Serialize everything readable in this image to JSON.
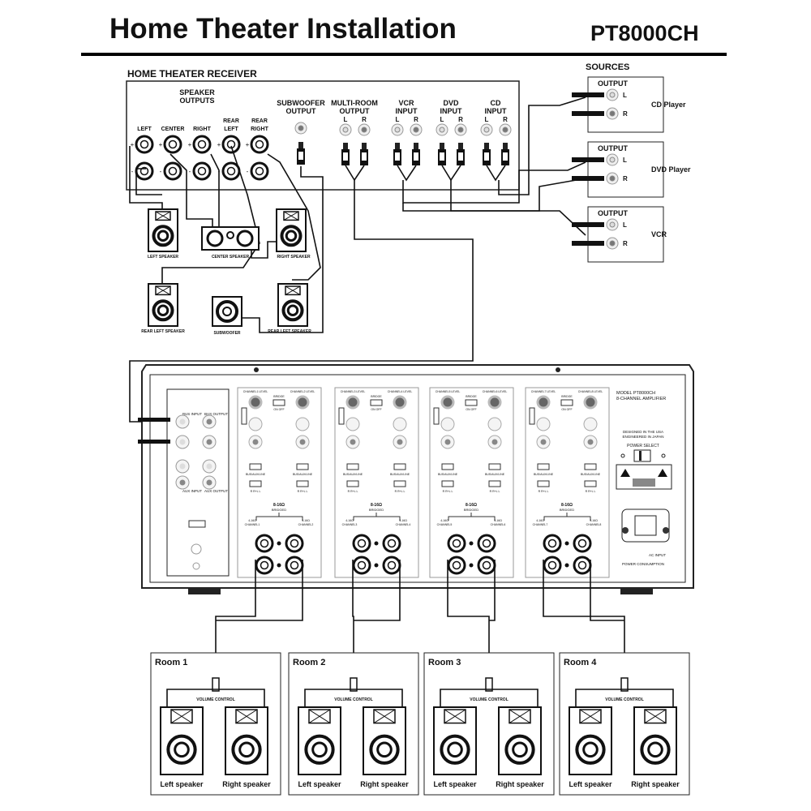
{
  "header": {
    "title": "Home Theater Installation",
    "model": "PT8000CH"
  },
  "receiver": {
    "label": "HOME THEATER RECEIVER",
    "speaker_outputs": [
      "SPEAKER",
      "OUTPUTS"
    ],
    "channels": [
      [
        "",
        "LEFT"
      ],
      [
        "",
        "CENTER"
      ],
      [
        "",
        "RIGHT"
      ],
      [
        "REAR",
        "LEFT"
      ],
      [
        "REAR",
        "RIGHT"
      ]
    ],
    "subwoofer": [
      "SUBWOOFER",
      "OUTPUT"
    ],
    "groups": [
      {
        "lines": [
          "MULTI-ROOM",
          "OUTPUT"
        ]
      },
      {
        "lines": [
          "VCR",
          "INPUT"
        ]
      },
      {
        "lines": [
          "DVD",
          "INPUT"
        ]
      },
      {
        "lines": [
          "CD",
          "INPUT"
        ]
      }
    ],
    "l": "L",
    "r": "R",
    "plus": "+",
    "minus": "-"
  },
  "sources": {
    "label": "SOURCES",
    "devices": [
      {
        "output": "OUTPUT",
        "name": "CD Player"
      },
      {
        "output": "OUTPUT",
        "name": "DVD Player"
      },
      {
        "output": "OUTPUT",
        "name": "VCR"
      }
    ],
    "l": "L",
    "r": "R"
  },
  "speakers": {
    "left": "LEFT SPEAKER",
    "center": "CENTER SPEAKER",
    "right": "RIGHT SPEAKER",
    "rear_left": "REAR LEFT SPEAKER",
    "subwoofer": "SUBWOOFER",
    "rear_right": "REAR LEFT SPEAKER"
  },
  "amplifier": {
    "model": "MODEL PT8000CH",
    "type": "8-CHANNEL AMPLIFIER",
    "designed": "DESIGNED IN THE USA",
    "engineered": "ENGINEERED IN JAPAN",
    "power_select": "POWER SELECT",
    "ac_input": "AC INPUT",
    "power_consumption": "POWER CONSUMPTION",
    "bus_input": "BUS INPUT",
    "bus_output": "BUS OUTPUT",
    "aux_input": "AUX INPUT",
    "aux_output": "AUX OUTPUT",
    "channel_panels": [
      {
        "ch_a": "CHANNEL1",
        "ch_b": "CHANNEL2",
        "level_a": "CHANNEL1 LEVEL",
        "level_b": "CHANNEL2 LEVEL"
      },
      {
        "ch_a": "CHANNEL3",
        "ch_b": "CHANNEL4",
        "level_a": "CHANNEL3 LEVEL",
        "level_b": "CHANNEL4 LEVEL"
      },
      {
        "ch_a": "CHANNEL5",
        "ch_b": "CHANNEL6",
        "level_a": "CHANNEL5 LEVEL",
        "level_b": "CHANNEL6 LEVEL"
      },
      {
        "ch_a": "CHANNEL7",
        "ch_b": "CHANNEL8",
        "level_a": "CHANNEL7 LEVEL",
        "level_b": "CHANNEL8 LEVEL"
      }
    ],
    "bridged": "8-16Ω",
    "bridged_label": "BRIDGED",
    "ohm": "4-16Ω",
    "bridge": "BRIDGE",
    "on_off": "ON  OFF",
    "bus_aux": "BUS/AUX/LINE",
    "rml": "R  R+L  L"
  },
  "rooms": [
    {
      "name": "Room 1",
      "volume": "VOLUME CONTROL",
      "left": "Left speaker",
      "right": "Right speaker"
    },
    {
      "name": "Room 2",
      "volume": "VOLUME CONTROL",
      "left": "Left speaker",
      "right": "Right speaker"
    },
    {
      "name": "Room 3",
      "volume": "VOLUME CONTROL",
      "left": "Left speaker",
      "right": "Right speaker"
    },
    {
      "name": "Room 4",
      "volume": "VOLUME CONTROL",
      "left": "Left speaker",
      "right": "Right speaker"
    }
  ]
}
